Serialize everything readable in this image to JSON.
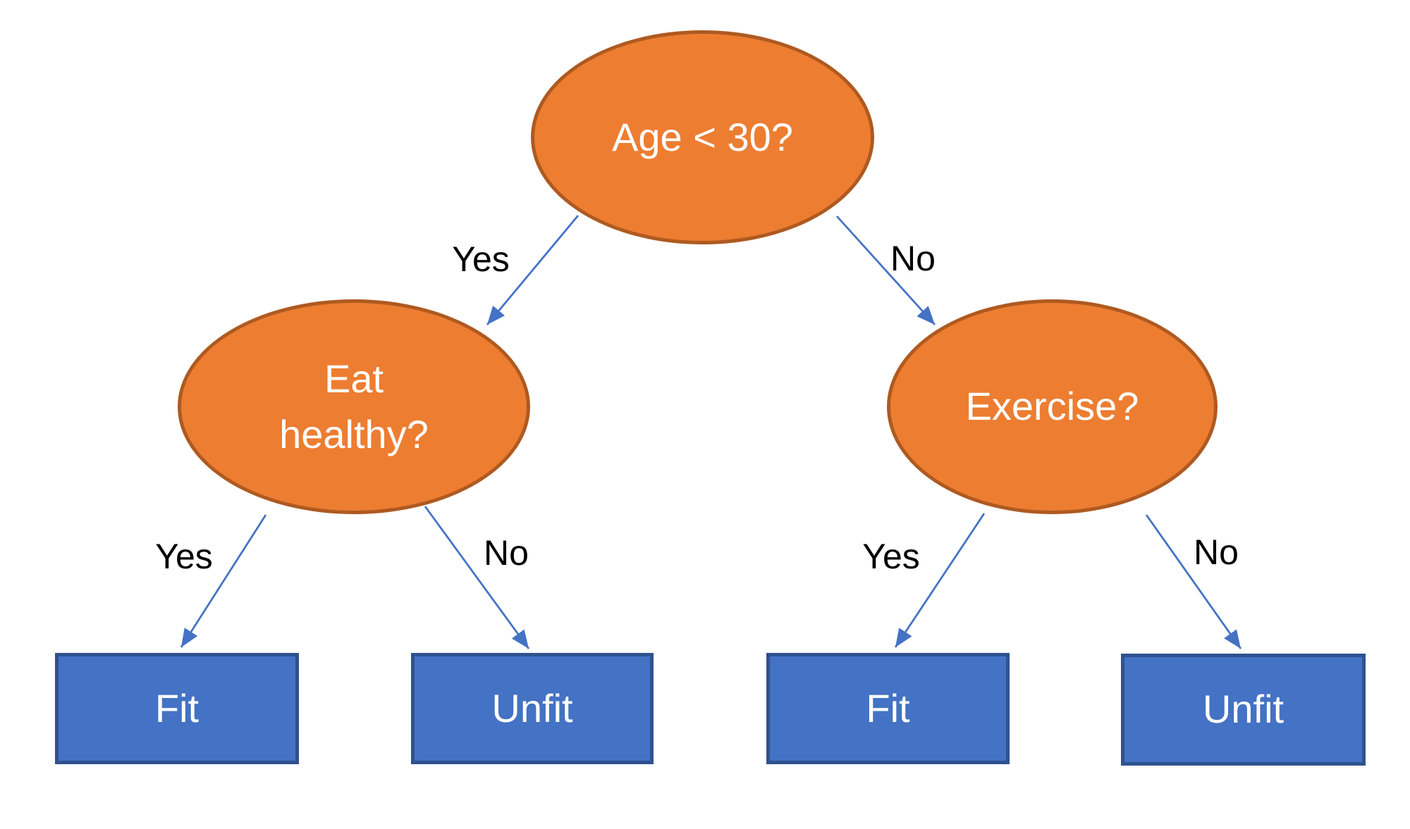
{
  "diagram": {
    "type": "decision-tree",
    "colors": {
      "background": "#FFFFFF",
      "node_fill": "#ED7D31",
      "node_border": "#AE5A21",
      "leaf_fill": "#4472C4",
      "leaf_border": "#2F528F",
      "arrow": "#4472C4",
      "node_text": "#FFFFFF",
      "edge_label_text": "#000000"
    },
    "nodes": {
      "root": {
        "label": "Age < 30?",
        "shape": "ellipse"
      },
      "left": {
        "label": "Eat healthy?",
        "shape": "ellipse"
      },
      "right": {
        "label": "Exercise?",
        "shape": "ellipse"
      },
      "leaf_fit_left": {
        "label": "Fit",
        "shape": "rectangle"
      },
      "leaf_unfit_left": {
        "label": "Unfit",
        "shape": "rectangle"
      },
      "leaf_fit_right": {
        "label": "Fit",
        "shape": "rectangle"
      },
      "leaf_unfit_right": {
        "label": "Unfit",
        "shape": "rectangle"
      }
    },
    "edges": [
      {
        "from": "root",
        "to": "left",
        "label": "Yes"
      },
      {
        "from": "root",
        "to": "right",
        "label": "No"
      },
      {
        "from": "left",
        "to": "leaf_fit_left",
        "label": "Yes"
      },
      {
        "from": "left",
        "to": "leaf_unfit_left",
        "label": "No"
      },
      {
        "from": "right",
        "to": "leaf_fit_right",
        "label": "Yes"
      },
      {
        "from": "right",
        "to": "leaf_unfit_right",
        "label": "No"
      }
    ]
  }
}
